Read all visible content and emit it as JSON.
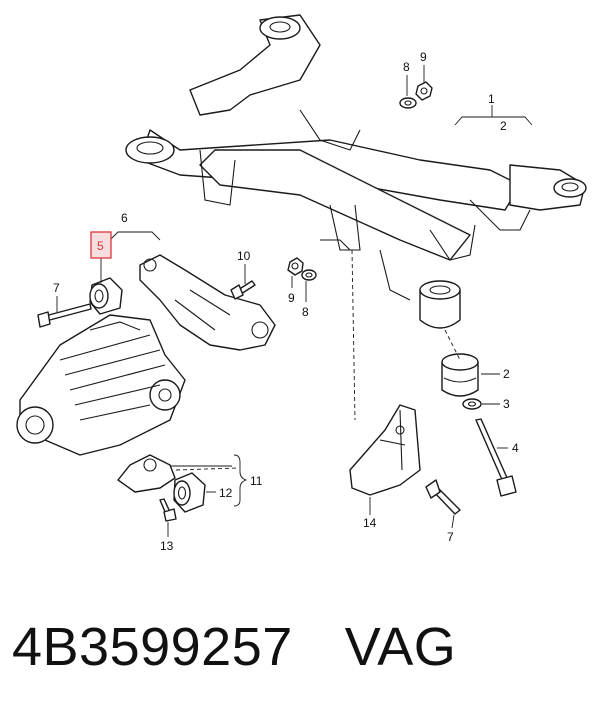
{
  "callouts": {
    "c1": "1",
    "c2_top": "2",
    "c2_right": "2",
    "c3": "3",
    "c4": "4",
    "c5": "5",
    "c6": "6",
    "c7_left": "7",
    "c7_bottom": "7",
    "c8_top": "8",
    "c8_mid": "8",
    "c9_top": "9",
    "c9_mid": "9",
    "c10": "10",
    "c11": "11",
    "c12": "12",
    "c13": "13",
    "c14": "14"
  },
  "highlight": {
    "callout": "5",
    "color": "#d9363e"
  },
  "caption": {
    "part_number": "4B3599257",
    "brand": "VAG"
  },
  "colors": {
    "line": "#1a1a1a",
    "background": "#ffffff",
    "highlight": "#d9363e"
  }
}
